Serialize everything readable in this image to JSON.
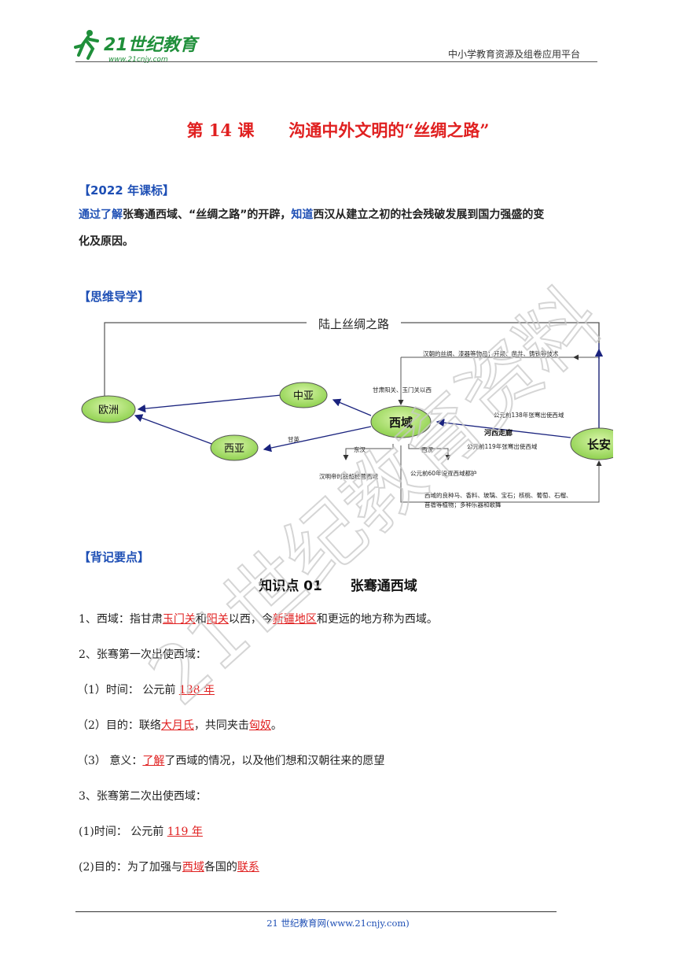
{
  "header": {
    "logo_text": "21世纪教育",
    "logo_url_text": "www.21cnjy.com",
    "right_text": "中小学教育资源及组卷应用平台"
  },
  "title": {
    "lesson": "第 14 课",
    "name": "沟通中外文明的“丝绸之路”"
  },
  "standard": {
    "heading": "【2022 年课标】",
    "p1": "通过了解",
    "p2": "张骞通西域、“丝绸之路”的开辟，",
    "p3": "知道",
    "p4": "西汉从建立之初的社会残破发展到国力强盛的变",
    "p5": "化及原因。"
  },
  "mindmap": {
    "heading": "【思维导学】",
    "top_label": "陆上丝绸之路",
    "nodes": {
      "europe": "欧洲",
      "central_asia": "中亚",
      "west_asia": "西亚",
      "xiyu": "西域",
      "changan": "长安"
    },
    "labels": {
      "han_goods": "汉朝的丝绸、漆器等物品；开渠、凿井、铸铁等技术",
      "gansu": "甘肃阳关、玉门关以西",
      "year138": "公元前138年张骞出使西域",
      "hexi": "河西走廊",
      "year119": "公元前119年张骞出使西域",
      "ganying": "甘英",
      "donghan": "东汉",
      "xihan": "西汉",
      "banchao": "汉明帝时班超经营西域",
      "duhu": "公元前60年设置西域都护",
      "xiyu_goods_1": "西域的良种马、香料、玻璃、宝石；核桃、葡萄、石榴、",
      "xiyu_goods_2": "苜蓿等植物；多种乐器和歌舞"
    }
  },
  "key_points": {
    "heading": "【背记要点】",
    "kp_no": "知识点 01",
    "kp_name": "张骞通西域",
    "l1_a": "1、西域：指甘肃",
    "l1_b": "玉门关",
    "l1_c": "和",
    "l1_d": "阳关",
    "l1_e": "以西，今",
    "l1_f": "新疆地区",
    "l1_g": "和更远的地方称为西域。",
    "l2": "2、张骞第一次出使西域：",
    "l3_a": "（1）时间：  公元前 ",
    "l3_b": "138 年",
    "l4_a": "（2）目的：联络",
    "l4_b": "大月氏",
    "l4_c": "，共同夹击",
    "l4_d": "匈奴",
    "l4_e": "。",
    "l5_a": "（3） 意义：",
    "l5_b": "了解",
    "l5_c": "了西域的情况，以及他们想和汉朝往来的愿望",
    "l6": "3、张骞第二次出使西域：",
    "l7_a": "(1)时间：  公元前 ",
    "l7_b": "119 年",
    "l8_a": "(2)目的：为了加强与",
    "l8_b": "西域",
    "l8_c": "各国的",
    "l8_d": "联系"
  },
  "footer": {
    "text": "21 世纪教育网(www.21cnjy.com)"
  },
  "watermark": {
    "text": "21世纪教育资料"
  }
}
